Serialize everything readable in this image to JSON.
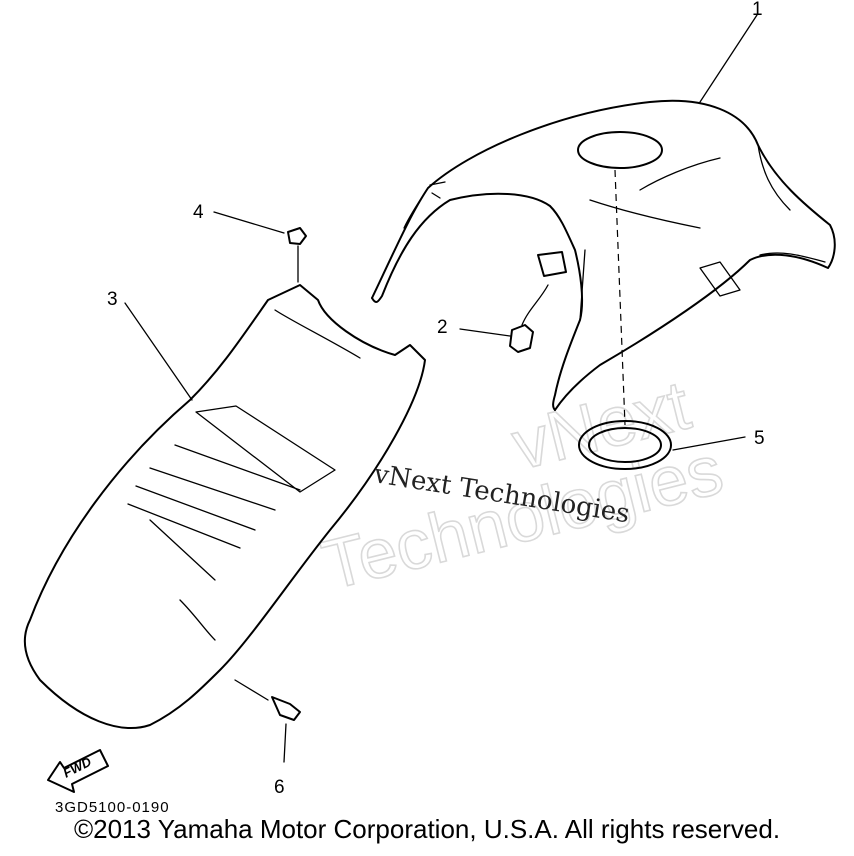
{
  "callouts": [
    "1",
    "2",
    "3",
    "4",
    "5",
    "6"
  ],
  "watermark": {
    "serif_text": "vNext Technologies",
    "outline_line1": "vNext",
    "outline_line2": "Technologies"
  },
  "part_number": "3GD5100-0190",
  "fwd_label": "FWD",
  "copyright": "©2013 Yamaha Motor Corporation, U.S.A. All rights reserved."
}
